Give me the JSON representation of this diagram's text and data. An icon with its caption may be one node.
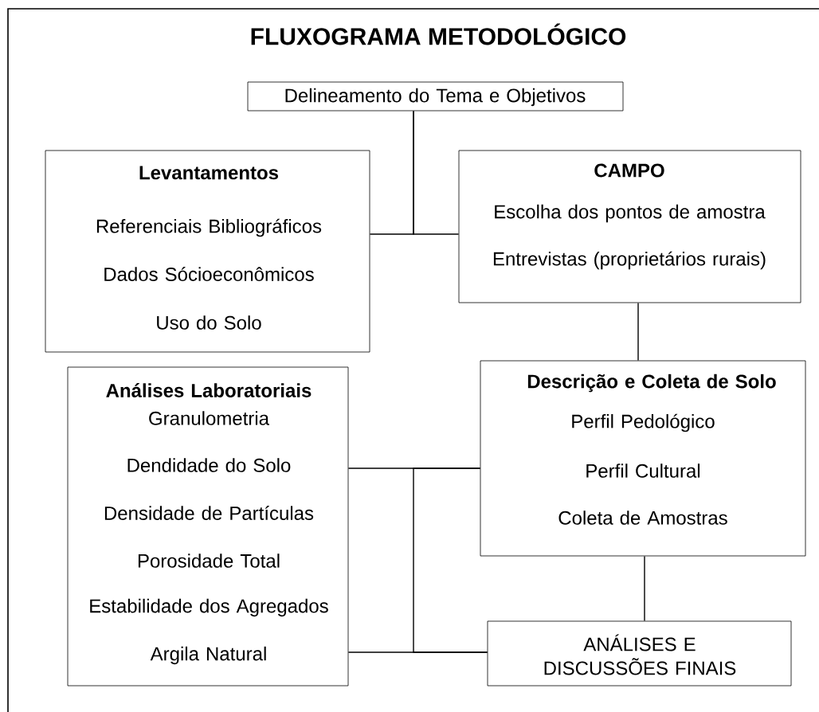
{
  "diagram": {
    "title": "FLUXOGRAMA METODOLÓGICO",
    "nodes": [
      {
        "text": [
          "Delineamento do Tema e Objetivos"
        ]
      },
      {
        "text": [
          "Levantamentos",
          "Referenciais Bibliográficos",
          "Dados Sócioeconômicos",
          "Uso do Solo"
        ]
      },
      {
        "text": [
          "CAMPO",
          "Escolha dos pontos de amostra",
          "Entrevistas (proprietários rurais)"
        ]
      },
      {
        "text": [
          "Análises Laboratoriais",
          "Granulometria",
          "Dendidade do Solo",
          "Densidade de Partículas",
          "Porosidade Total",
          "Estabilidade dos Agregados",
          "Argila Natural"
        ]
      },
      {
        "text": [
          "Descrição e Coleta de Solo",
          "Perfil Pedológico",
          "Perfil Cultural",
          "Coleta de Amostras"
        ]
      },
      {
        "text": [
          "ANÁLISES E DISCUSSÕES FINAIS"
        ]
      }
    ],
    "edges": [
      {
        "from": 0,
        "to": 1,
        "arrow": "none"
      },
      {
        "from": 0,
        "to": 2,
        "arrow": "none"
      },
      {
        "from": 2,
        "to": 4,
        "arrow": "none"
      },
      {
        "from": 4,
        "to": 5,
        "arrow": "none"
      },
      {
        "from": 4,
        "to": 3,
        "arrow": "none"
      },
      {
        "from": 3,
        "to": 5,
        "arrow": "none"
      },
      {
        "from": 4,
        "to": 5,
        "arrow": "none"
      }
    ]
  }
}
